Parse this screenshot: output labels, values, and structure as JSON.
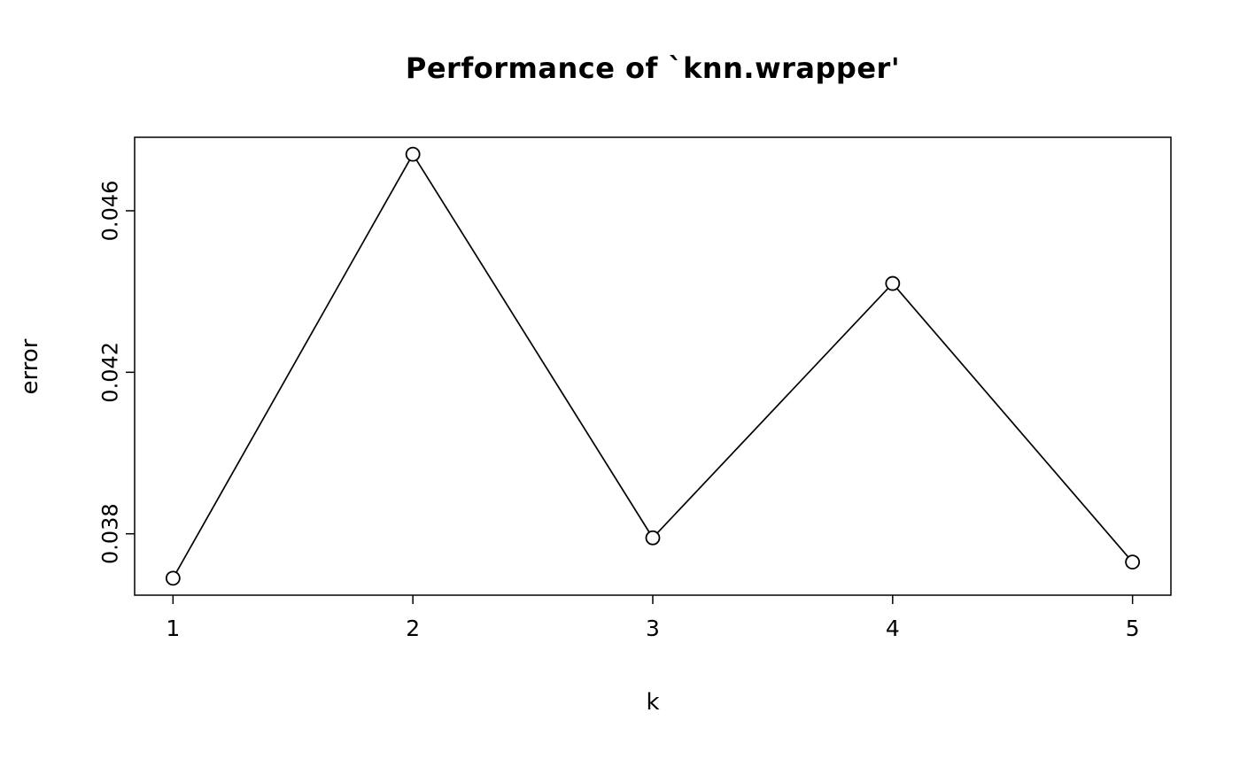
{
  "page": {
    "background": "#ffffff",
    "foreground": "#000000"
  },
  "chart_data": {
    "type": "line",
    "title": "Performance of `knn.wrapper'",
    "xlabel": "k",
    "ylabel": "error",
    "x": [
      1,
      2,
      3,
      4,
      5
    ],
    "values": [
      0.0369,
      0.0474,
      0.0379,
      0.0442,
      0.0373
    ],
    "series_name": "error",
    "xticks": [
      1,
      2,
      3,
      4,
      5
    ],
    "xtick_labels": [
      "1",
      "2",
      "3",
      "4",
      "5"
    ],
    "yticks": [
      0.038,
      0.042,
      0.046
    ],
    "ytick_labels": [
      "0.038",
      "0.042",
      "0.046"
    ],
    "xlim": [
      0.84,
      5.16
    ],
    "ylim": [
      0.03648,
      0.04782
    ],
    "marker": "open-circle",
    "line_color": "#000000",
    "marker_fill": "#ffffff",
    "grid": false,
    "legend": "none"
  }
}
